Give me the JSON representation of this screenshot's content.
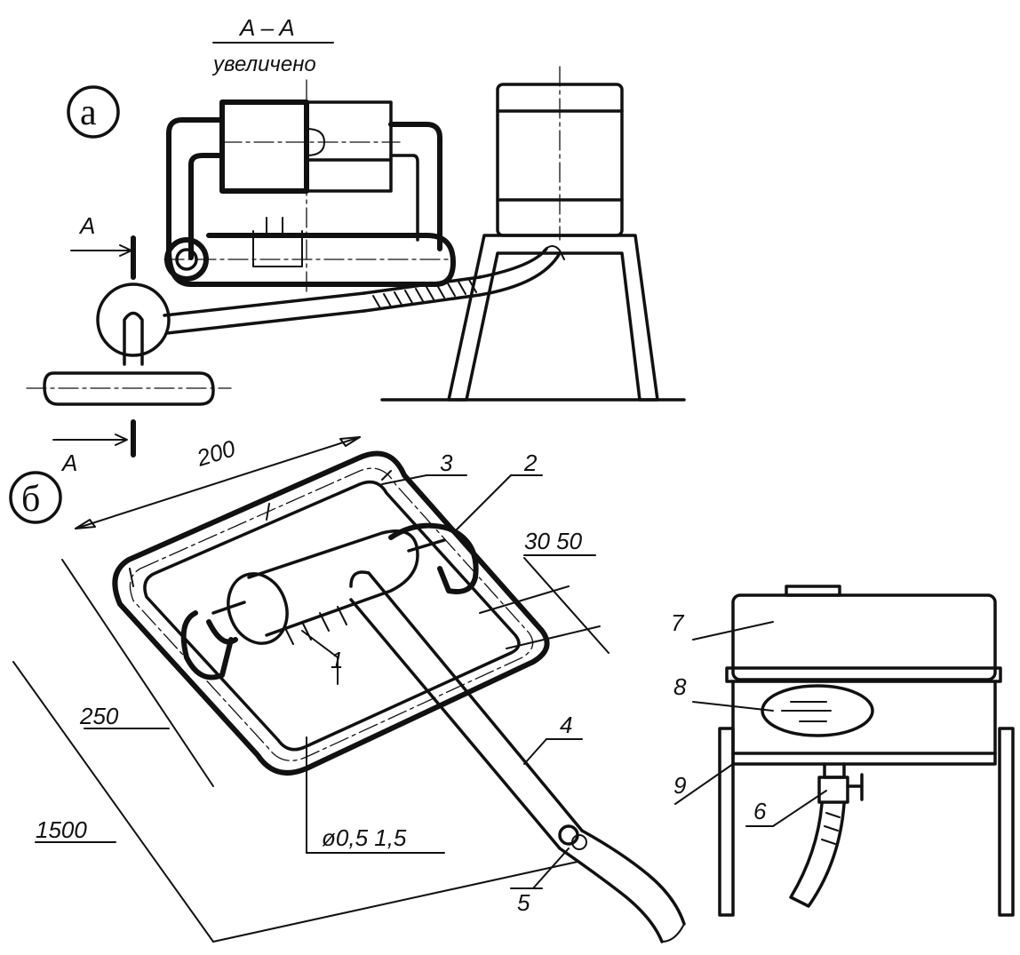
{
  "section": {
    "name": "A – A",
    "note": "увеличено"
  },
  "view_labels": {
    "a": "а",
    "b": "б"
  },
  "section_marks": {
    "top": "A",
    "bottom": "A"
  },
  "dimensions": {
    "width": "200",
    "depth": "250",
    "length": "1500",
    "gap": "30 50",
    "hole": "ø0,5  1,5"
  },
  "callouts": [
    "1",
    "2",
    "3",
    "4",
    "5",
    "6",
    "7",
    "8",
    "9"
  ]
}
